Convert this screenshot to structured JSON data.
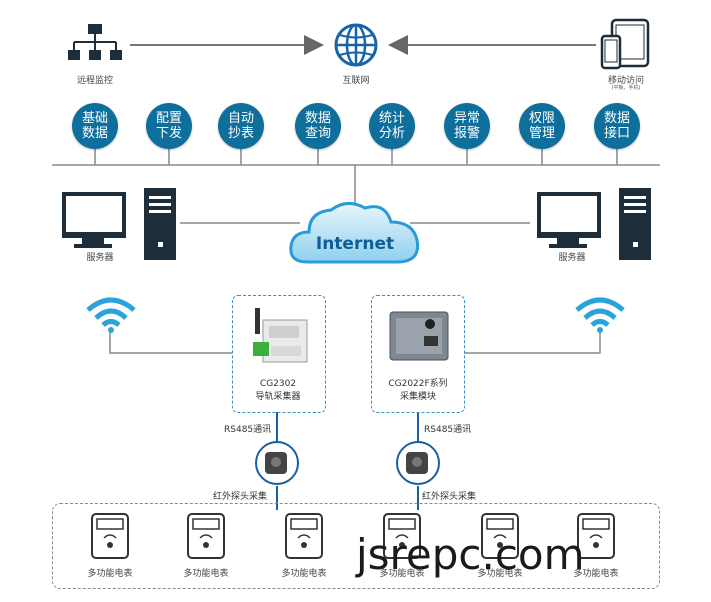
{
  "top": {
    "remote_label": "远程监控",
    "internet_label": "互联网",
    "mobile_label": "移动访问",
    "mobile_sub": "(平板、手机)"
  },
  "functions": [
    {
      "line1": "基础",
      "line2": "数据"
    },
    {
      "line1": "配置",
      "line2": "下发"
    },
    {
      "line1": "自动",
      "line2": "抄表"
    },
    {
      "line1": "数据",
      "line2": "查询"
    },
    {
      "line1": "统计",
      "line2": "分析"
    },
    {
      "line1": "异常",
      "line2": "报警"
    },
    {
      "line1": "权限",
      "line2": "管理"
    },
    {
      "line1": "数据",
      "line2": "接口"
    }
  ],
  "cloud": {
    "label": "Internet"
  },
  "servers": {
    "left_label": "服务器",
    "right_label": "服务器"
  },
  "devices": {
    "left_model": "CG2302",
    "left_name": "导轨采集器",
    "right_model": "CG2022F系列",
    "right_name": "采集模块"
  },
  "links": {
    "rs485_left": "RS485通讯",
    "rs485_right": "RS485通讯",
    "ir_left": "红外探头采集",
    "ir_right": "红外探头采集"
  },
  "meters": [
    "多功能电表",
    "多功能电表",
    "多功能电表",
    "多功能电表",
    "多功能电表",
    "多功能电表"
  ],
  "watermark": "jsrepc.com",
  "colors": {
    "accent": "#0e6e9c",
    "line": "#7a7a7a",
    "dash": "#3a8fc0"
  }
}
